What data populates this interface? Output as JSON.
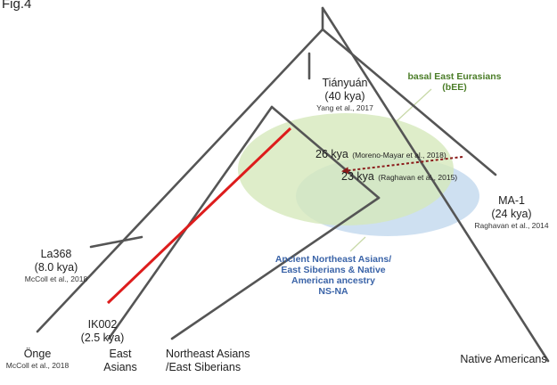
{
  "figure_label": "Fig.4",
  "clusters": {
    "bee": {
      "title": "basal East Eurasians",
      "abbr": "(bEE)",
      "color": "#d6e8bb"
    },
    "nsna": {
      "line1": "Ancient Northeast Asians/",
      "line2": "East Siberians & Native",
      "line3": "American ancestry",
      "abbr": "NS-NA",
      "color": "#c9ddf0"
    }
  },
  "nodes": {
    "tianyuan": {
      "name": "Tiányuán",
      "age": "(40 kya)",
      "cite": "Yang et al., 2017"
    },
    "split26": {
      "label": "26 kya",
      "cite": "(Moreno-Mayar et al., 2018)"
    },
    "split23": {
      "label": "23 kya",
      "cite": "(Raghavan et al., 2015)"
    },
    "ma1": {
      "name": "MA-1",
      "age": "(24 kya)",
      "cite": "Raghavan et al., 2014"
    },
    "la368": {
      "name": "La368",
      "age": "(8.0 kya)",
      "cite": "McColl et al., 2018"
    },
    "ik002": {
      "name": "IK002",
      "age": "(2.5 kya)"
    }
  },
  "tips": {
    "onge": {
      "name": "Önge",
      "cite": "McColl et al., 2018"
    },
    "east_asians": {
      "line1": "East",
      "line2": "Asians"
    },
    "ne_asians": {
      "line1": "Northeast Asians",
      "line2": "/East Siberians"
    },
    "native_americans": {
      "name": "Native Americans"
    }
  },
  "colors": {
    "branch": "#555555",
    "red_branch": "#dd1c1c",
    "gene_flow": "#8b1a1a",
    "pointer": "#c8d9a8"
  }
}
